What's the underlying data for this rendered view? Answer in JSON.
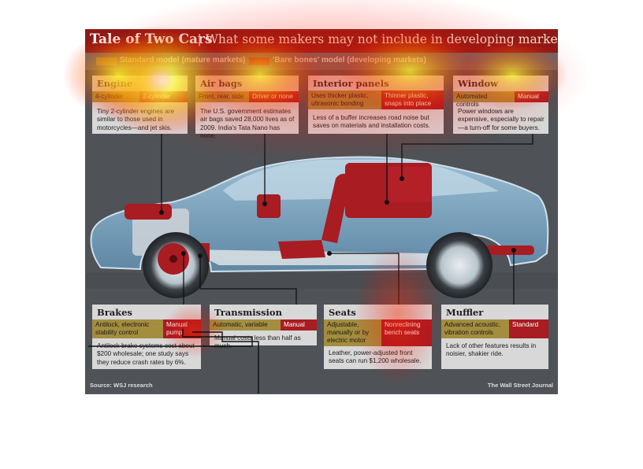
{
  "title": {
    "main": "Tale of Two Cars",
    "separator": "|",
    "subtitle": "What some makers may not include in developing markets"
  },
  "legend": {
    "standard": "Standard model (mature markets)",
    "bare_bones": "'Bare bones' model (developing markets)"
  },
  "colors": {
    "standard": "#a48d3e",
    "bare_bones": "#a81c22",
    "title_bar": "#8c1a16",
    "panel": "#4f5256",
    "box": "#d8d8d8"
  },
  "boxes": {
    "engine": {
      "heading": "Engine",
      "standard": "4-cylinder",
      "bare_bones": "2-cylinder",
      "note": "Tiny 2-cylinder engines are similar to those used in motorcycles—and jet skis."
    },
    "airbags": {
      "heading": "Air bags",
      "standard": "Front, rear, side",
      "bare_bones": "Driver or none",
      "note": "The U.S. government estimates air bags saved 28,000 lives as of 2009. India's Tata Nano has none."
    },
    "interior": {
      "heading": "Interior panels",
      "standard": "Uses thicker plastic, ultrasonic bonding",
      "bare_bones": "Thinner plastic, snaps into place",
      "note": "Less of a buffer increases road noise but saves on materials and installation costs."
    },
    "window": {
      "heading": "Window",
      "standard": "Automated controls",
      "bare_bones": "Manual",
      "note": "Power windows are expensive, especially to repair—a turn-off for some buyers."
    },
    "brakes": {
      "heading": "Brakes",
      "standard": "Antilock, electronic stability control",
      "bare_bones": "Manual pump",
      "note": "Antilock brake systems cost about $200 wholesale; one study says they reduce crash rates by 6%."
    },
    "transmission": {
      "heading": "Transmission",
      "standard": "Automatic, variable",
      "bare_bones": "Manual",
      "note": "Manual costs less than half as much."
    },
    "seats": {
      "heading": "Seats",
      "standard": "Adjustable, manually or by electric motor",
      "bare_bones": "Nonreclining bench seats",
      "note": "Leather, power-adjusted front seats can run $1,200 wholesale."
    },
    "muffler": {
      "heading": "Muffler",
      "standard": "Advanced acoustic, vibration controls",
      "bare_bones": "Standard",
      "note": "Lack of other features results in noisier, shakier ride."
    }
  },
  "footer": {
    "source": "Source: WSJ research",
    "credit": "The Wall Street Journal"
  }
}
